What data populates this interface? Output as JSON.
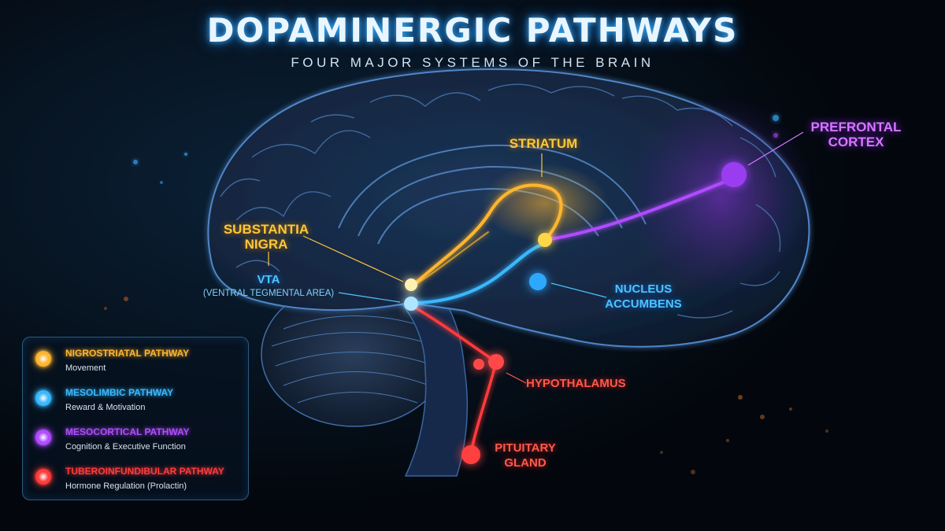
{
  "header": {
    "title": "DOPAMINERGIC PATHWAYS",
    "subtitle": "FOUR MAJOR SYSTEMS OF THE BRAIN"
  },
  "labels": {
    "substantia_nigra": [
      "SUBSTANTIA",
      "NIGRA"
    ],
    "striatum": "STRIATUM",
    "prefrontal_cortex": [
      "PREFRONTAL",
      "CORTEX"
    ],
    "vta": "VTA",
    "vta_full": "(VENTRAL TEGMENTAL AREA)",
    "nucleus_accumbens": [
      "NUCLEUS",
      "ACCUMBENS"
    ],
    "hypothalamus": "HYPOTHALAMUS",
    "pituitary_gland": [
      "PITUITARY",
      "GLAND"
    ]
  },
  "legend": {
    "items": [
      {
        "name": "NIGROSTRIATAL PATHWAY",
        "desc": "Movement",
        "color": "#ffb52e"
      },
      {
        "name": "MESOLIMBIC PATHWAY",
        "desc": "Reward & Motivation",
        "color": "#3ab8ff"
      },
      {
        "name": "MESOCORTICAL PATHWAY",
        "desc": "Cognition & Executive Function",
        "color": "#b04cff"
      },
      {
        "name": "TUBEROINFUNDIBULAR PATHWAY",
        "desc": "Hormone Regulation (Prolactin)",
        "color": "#ff3b3b"
      }
    ]
  },
  "colors": {
    "nigrostriatal": "#ffb52e",
    "mesolimbic": "#3ab8ff",
    "mesocortical": "#b04cff",
    "tuberoinfundibular": "#ff3b3b",
    "brain": "#1d3c66",
    "background": "#03070d"
  }
}
